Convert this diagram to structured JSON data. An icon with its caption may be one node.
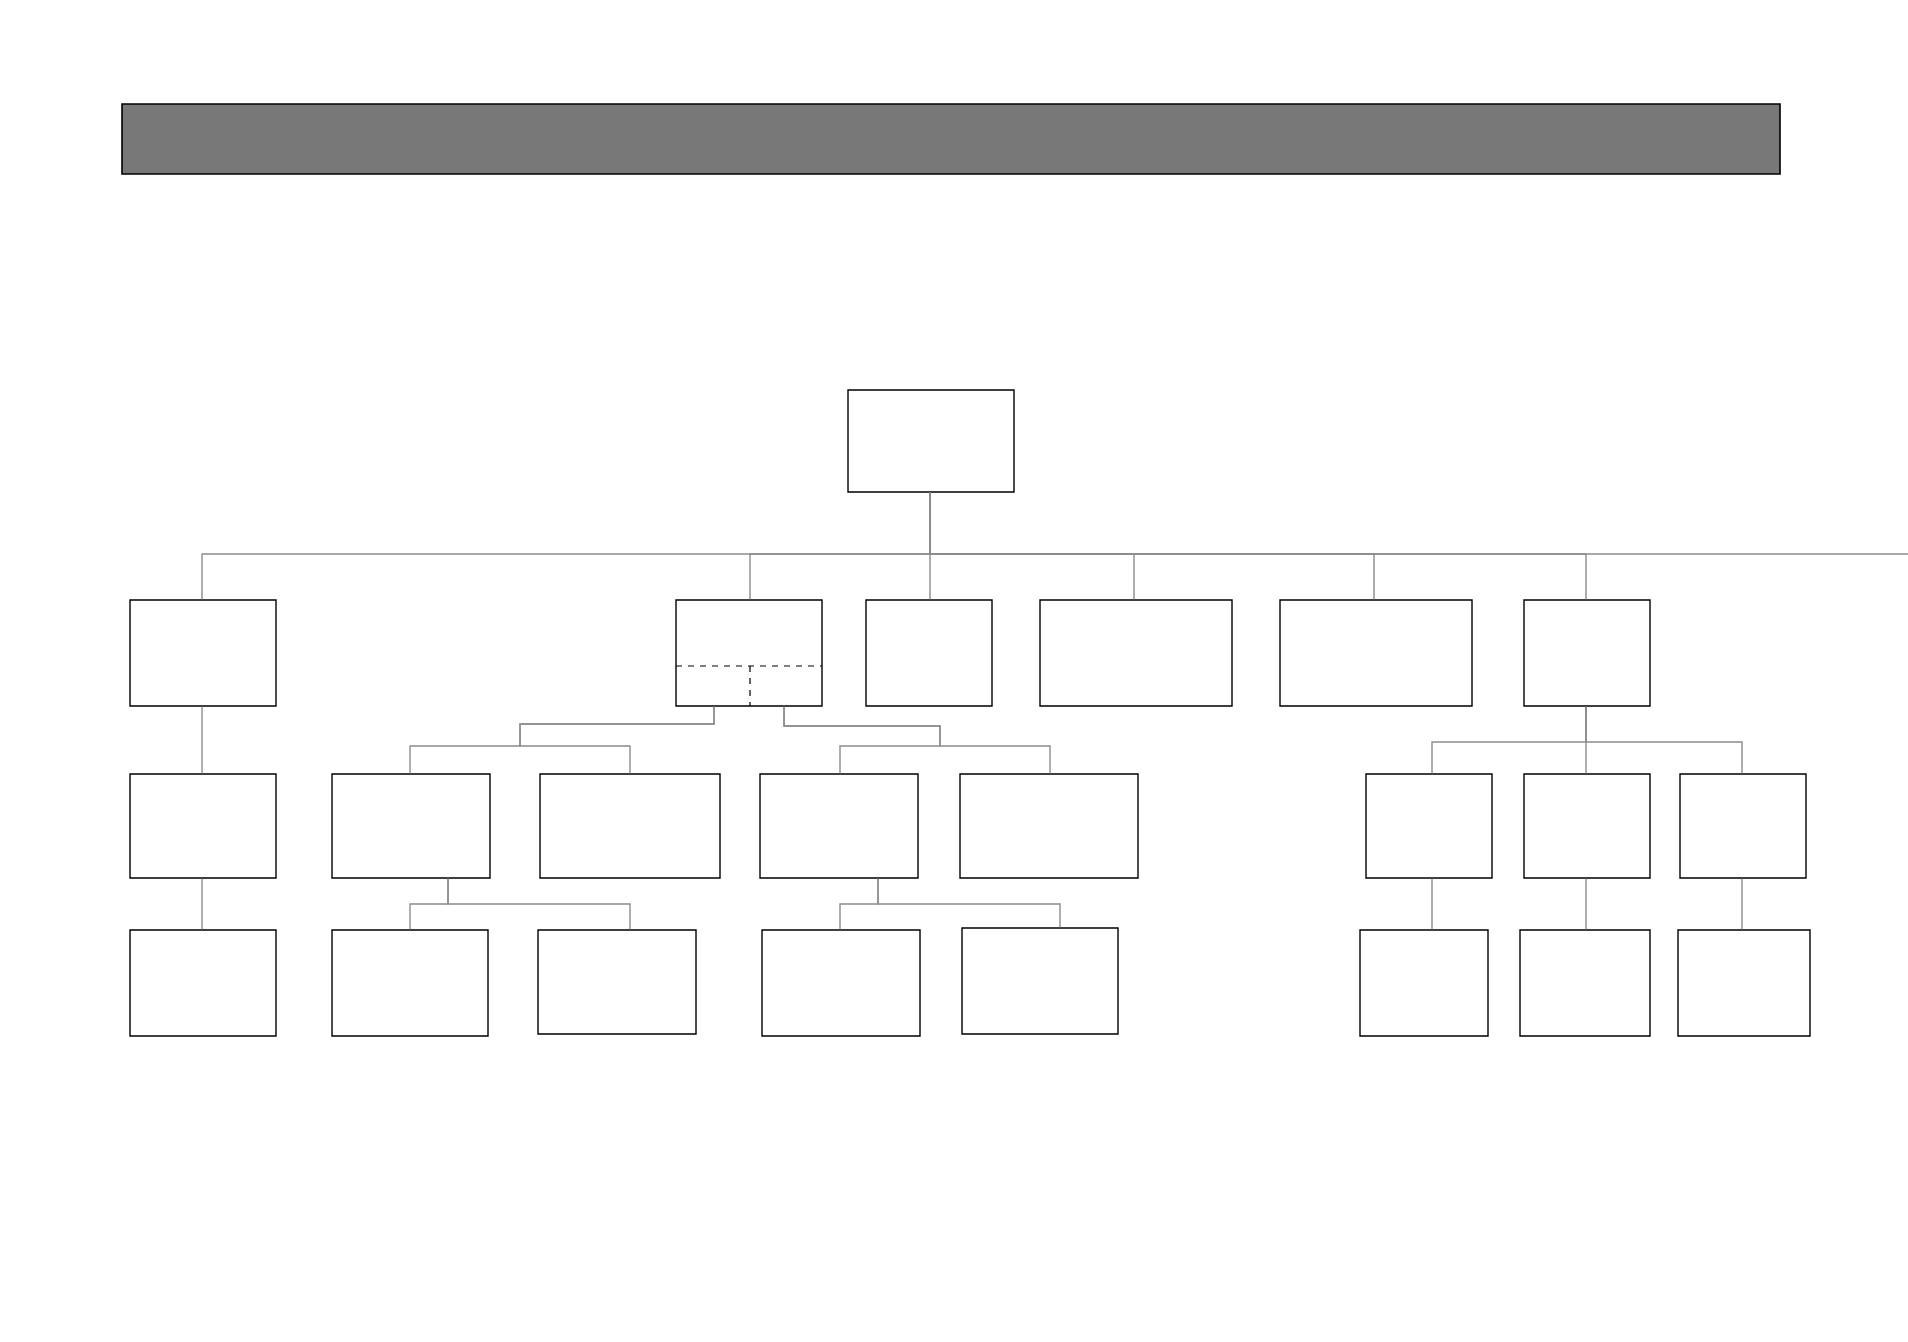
{
  "diagram": {
    "nodes": [
      {
        "text": [],
        "shape": "box"
      },
      {
        "text": [],
        "shape": "box"
      },
      {
        "text": [],
        "shape": "box"
      },
      {
        "text": [],
        "shape": "box"
      },
      {
        "text": [],
        "shape": "box"
      },
      {
        "text": [],
        "shape": "box"
      },
      {
        "text": [],
        "shape": "box"
      },
      {
        "text": [],
        "shape": "box"
      },
      {
        "text": [],
        "shape": "box"
      },
      {
        "text": [],
        "shape": "box"
      },
      {
        "text": [],
        "shape": "box"
      },
      {
        "text": [],
        "shape": "box"
      },
      {
        "text": [],
        "shape": "box"
      },
      {
        "text": [],
        "shape": "box"
      },
      {
        "text": [],
        "shape": "box"
      },
      {
        "text": [],
        "shape": "box"
      },
      {
        "text": [],
        "shape": "box"
      },
      {
        "text": [],
        "shape": "box"
      },
      {
        "text": [],
        "shape": "box"
      },
      {
        "text": [],
        "shape": "box"
      },
      {
        "text": [],
        "shape": "box"
      },
      {
        "text": [],
        "shape": "box"
      },
      {
        "text": [],
        "shape": "box"
      }
    ],
    "edges": [
      {
        "from": 0,
        "to": 1,
        "arrow": "none"
      },
      {
        "from": 0,
        "to": 2,
        "arrow": "none"
      },
      {
        "from": 0,
        "to": 3,
        "arrow": "none"
      },
      {
        "from": 0,
        "to": 4,
        "arrow": "none"
      },
      {
        "from": 0,
        "to": 5,
        "arrow": "none"
      },
      {
        "from": 0,
        "to": 6,
        "arrow": "none"
      },
      {
        "from": 0,
        "to": null,
        "arrow": "none"
      },
      {
        "from": 1,
        "to": 7,
        "arrow": "none"
      },
      {
        "from": 7,
        "to": 15,
        "arrow": "none"
      },
      {
        "from": 2,
        "to": 8,
        "arrow": "none"
      },
      {
        "from": 2,
        "to": 9,
        "arrow": "none"
      },
      {
        "from": 2,
        "to": 10,
        "arrow": "none"
      },
      {
        "from": 2,
        "to": 11,
        "arrow": "none"
      },
      {
        "from": 8,
        "to": 16,
        "arrow": "none"
      },
      {
        "from": 8,
        "to": 17,
        "arrow": "none"
      },
      {
        "from": 10,
        "to": 18,
        "arrow": "none"
      },
      {
        "from": 10,
        "to": 19,
        "arrow": "none"
      },
      {
        "from": 6,
        "to": 12,
        "arrow": "none"
      },
      {
        "from": 6,
        "to": 13,
        "arrow": "none"
      },
      {
        "from": 6,
        "to": 14,
        "arrow": "none"
      },
      {
        "from": 12,
        "to": 20,
        "arrow": "none"
      },
      {
        "from": 13,
        "to": 21,
        "arrow": "none"
      },
      {
        "from": 14,
        "to": 22,
        "arrow": "none"
      }
    ]
  }
}
